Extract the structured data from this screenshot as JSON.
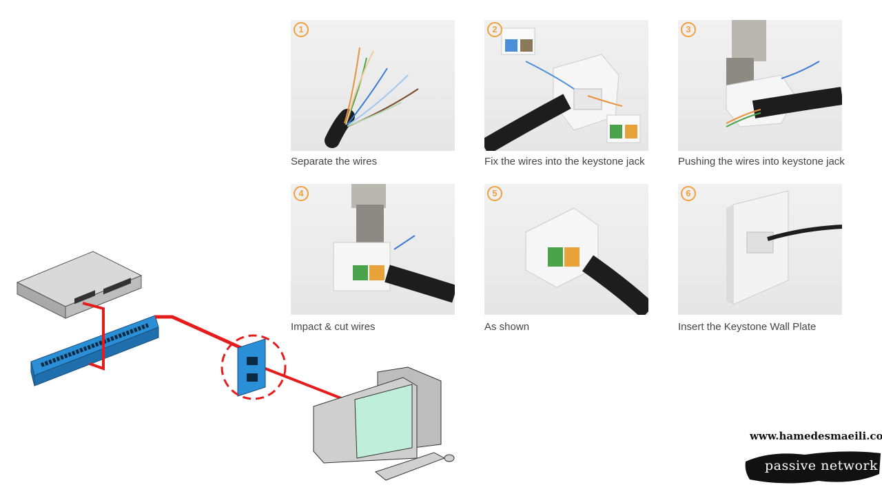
{
  "steps": [
    {
      "number": "1",
      "caption": "Separate the wires"
    },
    {
      "number": "2",
      "caption": "Fix the wires into the keystone jack"
    },
    {
      "number": "3",
      "caption": "Pushing the wires into keystone jack"
    },
    {
      "number": "4",
      "caption": "Impact & cut wires"
    },
    {
      "number": "5",
      "caption": "As shown"
    },
    {
      "number": "6",
      "caption": "Insert the Keystone Wall Plate"
    }
  ],
  "branding": {
    "url": "www.hamedesmaeili.com",
    "tagline": "passive network"
  },
  "colors": {
    "step_accent": "#f0a03c",
    "cable_red": "#e41c1c",
    "patch_panel_blue": "#2a8fd6",
    "wall_plate_blue": "#2a8fd6",
    "screen_green": "#bfeedd"
  },
  "icons": [
    "switch-icon",
    "patch-panel-icon",
    "wall-outlet-icon",
    "computer-icon"
  ]
}
